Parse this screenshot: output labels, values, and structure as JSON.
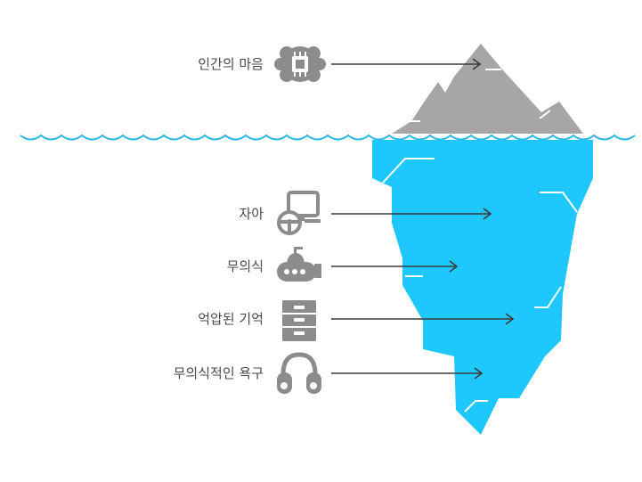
{
  "colors": {
    "tip": "#a6a6a6",
    "underwater": "#1ec8ff",
    "water_line": "#2ab7e8",
    "icon": "#8c8c8c",
    "arrow": "#3a3a3a",
    "label": "#4a4a4a"
  },
  "layers": [
    {
      "label": "인간의 마음",
      "icon": "brain-chip-icon"
    },
    {
      "label": "자아",
      "icon": "steering-monitor-icon"
    },
    {
      "label": "무의식",
      "icon": "submarine-icon"
    },
    {
      "label": "억압된 기억",
      "icon": "filing-cabinet-icon"
    },
    {
      "label": "무의식적인 욕구",
      "icon": "headphones-icon"
    }
  ]
}
